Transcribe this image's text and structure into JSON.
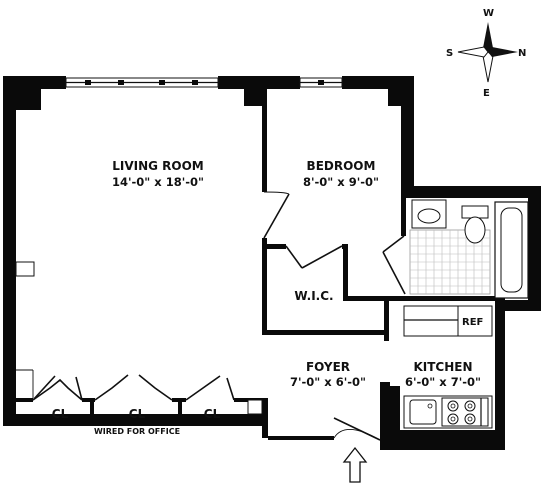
{
  "compass": {
    "north": "N",
    "south": "S",
    "east": "E",
    "west": "W"
  },
  "rooms": {
    "living_room": {
      "name": "LIVING ROOM",
      "dimensions": "14'-0\" x 18'-0\""
    },
    "bedroom": {
      "name": "BEDROOM",
      "dimensions": "8'-0\" x 9'-0\""
    },
    "wic": {
      "name": "W.I.C."
    },
    "foyer": {
      "name": "FOYER",
      "dimensions": "7'-0\" x 6'-0\""
    },
    "kitchen": {
      "name": "KITCHEN",
      "dimensions": "6'-0\" x 7'-0\""
    },
    "closet_left": {
      "name": "CL"
    },
    "closet_middle": {
      "name": "CL",
      "note": "WIRED FOR OFFICE"
    },
    "closet_right": {
      "name": "CL"
    }
  },
  "appliances": {
    "refrigerator": "REF"
  }
}
